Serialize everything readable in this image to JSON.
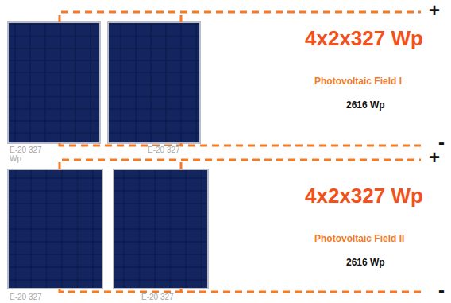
{
  "diagram": {
    "labels": [
      "+",
      "4x2x327 Wp",
      "Photovoltaic Field I",
      "2616 Wp",
      "E-20 327 Wp",
      "E-20 327",
      "-",
      "+",
      "4x2x327 Wp",
      "Photovoltaic Field II",
      "2616 Wp",
      "E-20 327",
      "E-20 327",
      "-"
    ]
  }
}
